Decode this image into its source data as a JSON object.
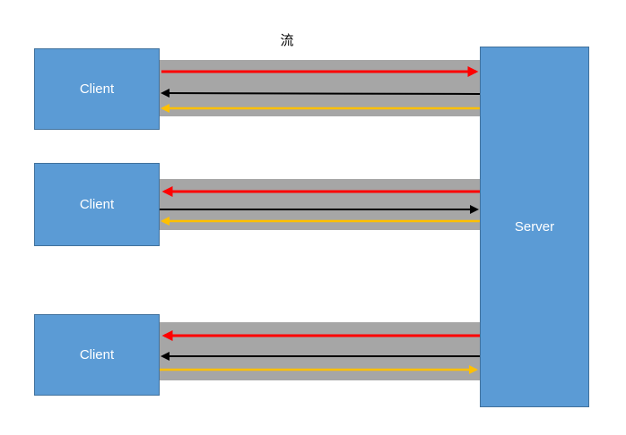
{
  "title": "流",
  "clients": [
    {
      "label": "Client"
    },
    {
      "label": "Client"
    },
    {
      "label": "Client"
    }
  ],
  "server": {
    "label": "Server"
  },
  "colors": {
    "box_fill": "#5b9bd5",
    "box_border": "#41719c",
    "channel": "#a6a6a6",
    "red": "#ff0000",
    "black": "#000000",
    "orange": "#ffc000"
  },
  "channels": [
    {
      "arrows": [
        {
          "color": "red",
          "direction": "to-server"
        },
        {
          "color": "black",
          "direction": "to-client"
        },
        {
          "color": "orange",
          "direction": "to-client"
        }
      ]
    },
    {
      "arrows": [
        {
          "color": "red",
          "direction": "to-client"
        },
        {
          "color": "black",
          "direction": "to-server"
        },
        {
          "color": "orange",
          "direction": "to-client"
        }
      ]
    },
    {
      "arrows": [
        {
          "color": "red",
          "direction": "to-client"
        },
        {
          "color": "black",
          "direction": "to-client"
        },
        {
          "color": "orange",
          "direction": "to-server"
        }
      ]
    }
  ]
}
